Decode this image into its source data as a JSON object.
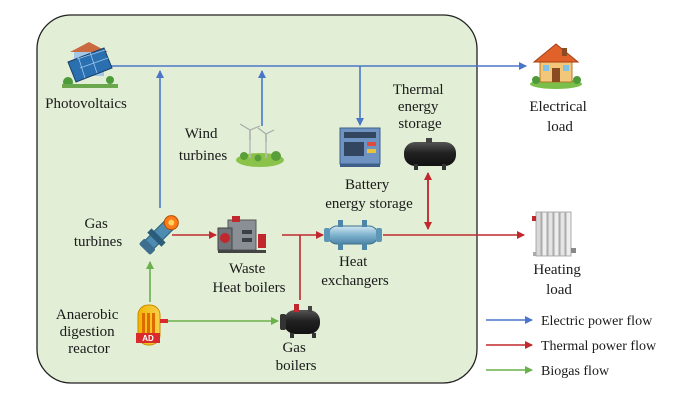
{
  "colors": {
    "electric": "#4a76c9",
    "thermal": "#c0282d",
    "biogas": "#6ab04c",
    "panel_fill": "#e2efd6",
    "panel_stroke": "#222222"
  },
  "components": {
    "photovoltaics": {
      "lines": [
        "Photovoltaics"
      ],
      "icon": "solar-panel-house-icon"
    },
    "wind": {
      "lines": [
        "Wind",
        "turbines"
      ],
      "icon": "wind-turbine-icon"
    },
    "battery": {
      "lines": [
        "Battery",
        "energy storage"
      ],
      "icon": "battery-cabinet-icon"
    },
    "thermal_storage": {
      "lines": [
        "Thermal",
        "energy",
        "storage"
      ],
      "icon": "storage-tank-icon"
    },
    "gas_turbines": {
      "lines": [
        "Gas",
        "turbines"
      ],
      "icon": "gas-turbine-icon"
    },
    "waste_heat_boilers": {
      "lines": [
        "Waste",
        "Heat boilers"
      ],
      "icon": "boiler-icon"
    },
    "heat_exchangers": {
      "lines": [
        "Heat",
        "exchangers"
      ],
      "icon": "heat-exchanger-icon"
    },
    "anaerobic": {
      "lines": [
        "Anaerobic",
        "digestion",
        "reactor"
      ],
      "icon": "digestion-reactor-icon",
      "badge": "AD"
    },
    "gas_boilers": {
      "lines": [
        "Gas",
        "boilers"
      ],
      "icon": "gas-boiler-icon"
    }
  },
  "loads": {
    "electrical": {
      "lines": [
        "Electrical",
        "load"
      ],
      "icon": "house-icon"
    },
    "heating": {
      "lines": [
        "Heating",
        "load"
      ],
      "icon": "radiator-icon"
    }
  },
  "legend": [
    {
      "label": "Electric power flow",
      "color_key": "electric"
    },
    {
      "label": "Thermal power flow",
      "color_key": "thermal"
    },
    {
      "label": "Biogas flow",
      "color_key": "biogas"
    }
  ]
}
